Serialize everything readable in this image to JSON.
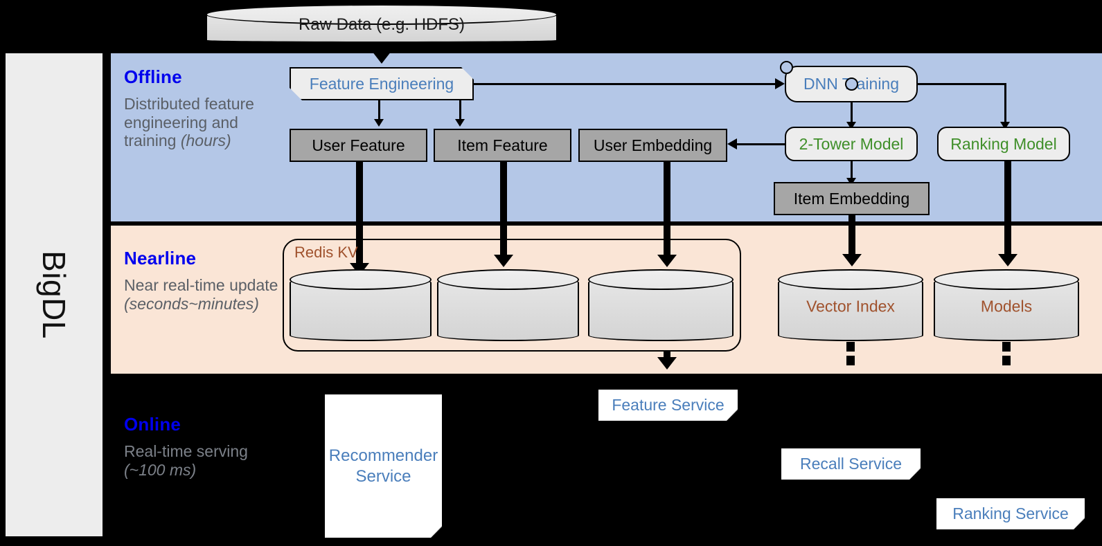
{
  "platform": {
    "name": "BigDL"
  },
  "source": {
    "label": "Raw Data (e.g. HDFS)"
  },
  "bands": [
    {
      "id": "offline",
      "title": "Offline",
      "subtitle_main": "Distributed feature engineering and training ",
      "subtitle_italic": "(hours)"
    },
    {
      "id": "nearline",
      "title": "Nearline",
      "subtitle_main": "Near real-time update ",
      "subtitle_italic": "(seconds~minutes)"
    },
    {
      "id": "online",
      "title": "Online",
      "subtitle_main": "Real-time serving ",
      "subtitle_italic": "(~100 ms)"
    }
  ],
  "offline": {
    "feature_engineering": "Feature Engineering",
    "dnn_training": "DNN Training",
    "user_feature": "User Feature",
    "item_feature": "Item Feature",
    "user_embedding": "User Embedding",
    "two_tower_model": "2-Tower Model",
    "ranking_model": "Ranking Model",
    "item_embedding": "Item Embedding"
  },
  "nearline": {
    "redis_kv": "Redis KV",
    "store_user_feature": "",
    "store_item_feature": "",
    "store_user_embedding": "",
    "vector_index": "Vector Index",
    "models": "Models"
  },
  "online": {
    "recommender_service": "Recommender\nService",
    "recommender_service_l1": "Recommender",
    "recommender_service_l2": "Service",
    "feature_service": "Feature Service",
    "recall_service": "Recall Service",
    "ranking_service": "Ranking Service"
  },
  "colors": {
    "offline_band": "#b4c7e7",
    "nearline_band": "#fae5d6",
    "online_band": "#000000",
    "heading_blue": "#0000ee",
    "label_blue": "#4a7ebb",
    "label_green": "#3f8f29",
    "label_brown": "#a0522d",
    "data_box_gray": "#a6a6a6",
    "rail_gray": "#ededed"
  }
}
